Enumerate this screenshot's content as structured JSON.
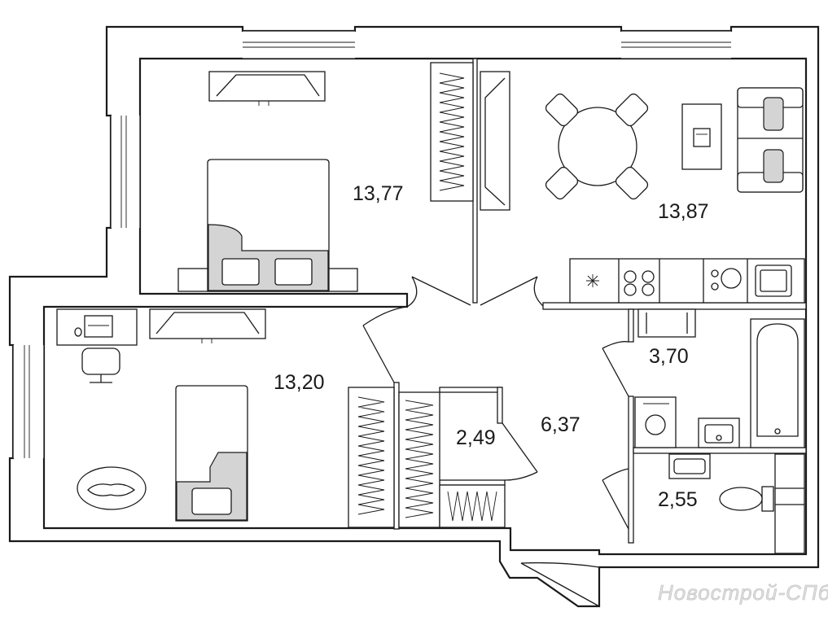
{
  "rooms": [
    {
      "id": "bedroom-1",
      "area": "13,77"
    },
    {
      "id": "kitchen-living",
      "area": "13,87"
    },
    {
      "id": "bedroom-2",
      "area": "13,20"
    },
    {
      "id": "bathroom",
      "area": "3,70"
    },
    {
      "id": "closet",
      "area": "2,49"
    },
    {
      "id": "hallway",
      "area": "6,37"
    },
    {
      "id": "toilet",
      "area": "2,55"
    }
  ],
  "watermark": "Новострой-СПб"
}
